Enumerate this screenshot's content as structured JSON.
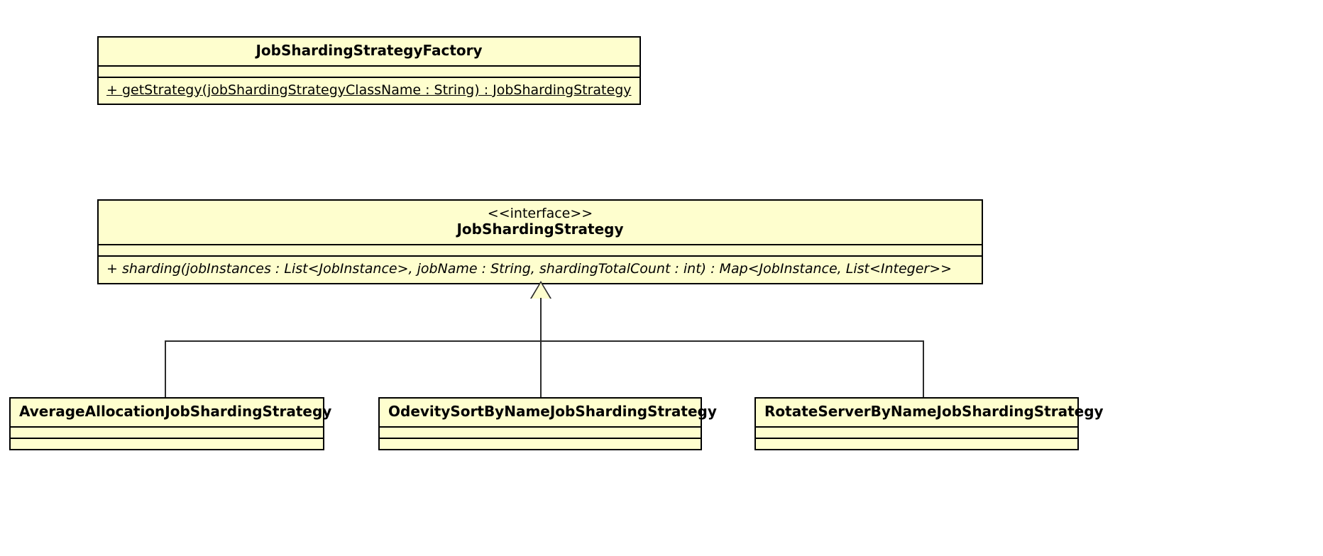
{
  "diagram": {
    "type": "uml-class-diagram",
    "background_color": "#FFFFFF",
    "box_fill_color": "#FEFECE",
    "box_border_color": "#000000",
    "line_color": "#2B2B2B"
  },
  "classes": {
    "factory": {
      "name": "JobShardingStrategyFactory",
      "stereotype": "",
      "attributes": [],
      "methods": [
        {
          "text": "+ getStrategy(jobShardingStrategyClassName : String) : JobShardingStrategy",
          "static": true,
          "abstract": false
        }
      ]
    },
    "interface": {
      "stereotype": "<<interface>>",
      "name": "JobShardingStrategy",
      "attributes": [],
      "methods": [
        {
          "text": "+ sharding(jobInstances : List<JobInstance>, jobName : String, shardingTotalCount : int) : Map<JobInstance, List<Integer>>",
          "static": false,
          "abstract": true
        }
      ]
    },
    "average_allocation": {
      "name": "AverageAllocationJobShardingStrategy",
      "stereotype": "",
      "attributes": [],
      "methods": []
    },
    "odevity_sort_by_name": {
      "name": "OdevitySortByNameJobShardingStrategy",
      "stereotype": "",
      "attributes": [],
      "methods": []
    },
    "rotate_server_by_name": {
      "name": "RotateServerByNameJobShardingStrategy",
      "stereotype": "",
      "attributes": [],
      "methods": []
    }
  },
  "relationships": [
    {
      "kind": "generalization",
      "from": "AverageAllocationJobShardingStrategy",
      "to": "JobShardingStrategy"
    },
    {
      "kind": "generalization",
      "from": "OdevitySortByNameJobShardingStrategy",
      "to": "JobShardingStrategy"
    },
    {
      "kind": "generalization",
      "from": "RotateServerByNameJobShardingStrategy",
      "to": "JobShardingStrategy"
    }
  ]
}
